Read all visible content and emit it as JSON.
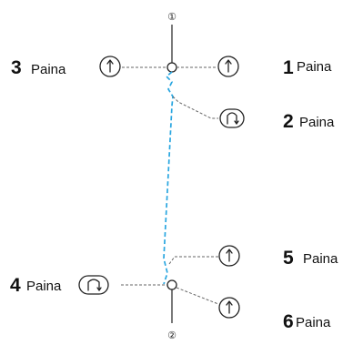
{
  "markers": {
    "top": "①",
    "bottom": "②"
  },
  "steps": [
    {
      "number": "1",
      "word": "Paina",
      "icon": "up-arrow-button-icon"
    },
    {
      "number": "2",
      "word": "Paina",
      "icon": "reverse-arrow-button-icon"
    },
    {
      "number": "3",
      "word": "Paina",
      "icon": "up-arrow-button-icon"
    },
    {
      "number": "4",
      "word": "Paina",
      "icon": "reverse-arrow-button-icon"
    },
    {
      "number": "5",
      "word": "Paina",
      "icon": "up-arrow-button-icon"
    },
    {
      "number": "6",
      "word": "Paina",
      "icon": "up-arrow-button-icon"
    }
  ],
  "colors": {
    "stitch_path": "#29a6e0",
    "lines": "#222222",
    "leaders": "#666666"
  }
}
